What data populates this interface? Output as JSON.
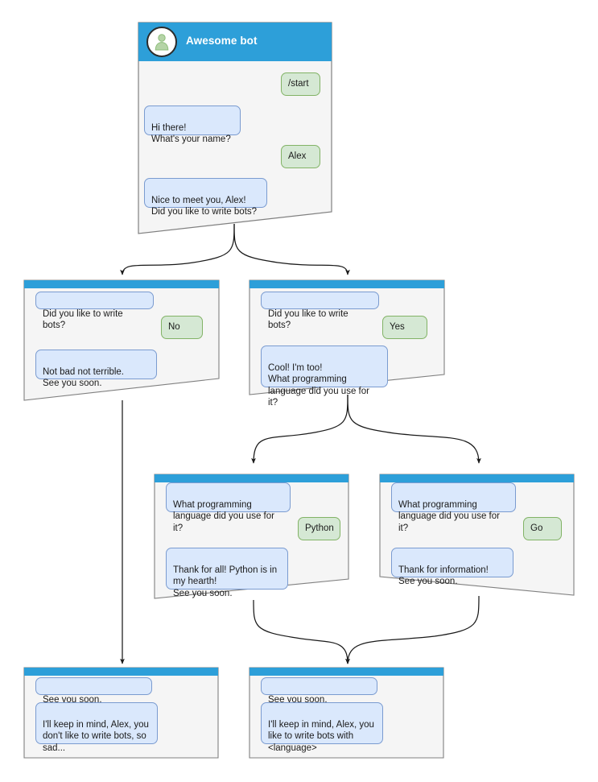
{
  "diagram": {
    "title": "Awesome bot conversation flow",
    "colors": {
      "header_blue": "#2d9fd9",
      "card_body": "#f5f5f5",
      "card_border": "#808080",
      "bot_bubble_fill": "#dae8fc",
      "bot_bubble_stroke": "#7a9bd0",
      "user_bubble_fill": "#d5e8d4",
      "user_bubble_stroke": "#82b366",
      "avatar_fill": "#ffffff",
      "avatar_stroke": "#2b2b2b",
      "person_glyph": "#b5d4a7",
      "edge": "#1a1a1a",
      "canvas": "#ffffff"
    }
  },
  "cards": {
    "start": {
      "name": "start-card",
      "header_title": "Awesome bot",
      "avatar_icon": "person-avatar-icon",
      "messages": [
        {
          "role": "user",
          "text": "/start"
        },
        {
          "role": "bot",
          "text": "Hi there!\nWhat's your name?"
        },
        {
          "role": "user",
          "text": "Alex"
        },
        {
          "role": "bot",
          "text": "Nice to meet you, Alex!\nDid you like to write bots?"
        }
      ]
    },
    "no_branch": {
      "name": "no-branch-card",
      "messages": [
        {
          "role": "bot",
          "text": "Did you like to write bots?"
        },
        {
          "role": "user",
          "text": "No"
        },
        {
          "role": "bot",
          "text": "Not bad not terrible.\nSee you soon."
        }
      ]
    },
    "yes_branch": {
      "name": "yes-branch-card",
      "messages": [
        {
          "role": "bot",
          "text": "Did you like to write bots?"
        },
        {
          "role": "user",
          "text": "Yes"
        },
        {
          "role": "bot",
          "text": "Cool! I'm too!\nWhat programming\nlanguage did you use for it?"
        }
      ]
    },
    "python_branch": {
      "name": "python-branch-card",
      "messages": [
        {
          "role": "bot",
          "text": "What programming\nlanguage did you use for it?"
        },
        {
          "role": "user",
          "text": "Python"
        },
        {
          "role": "bot",
          "text": "Thank for all! Python is in\nmy hearth!\nSee you soon."
        }
      ]
    },
    "go_branch": {
      "name": "go-branch-card",
      "messages": [
        {
          "role": "bot",
          "text": "What programming\nlanguage did you use for it?"
        },
        {
          "role": "user",
          "text": "Go"
        },
        {
          "role": "bot",
          "text": "Thank for information!\nSee you soon."
        }
      ]
    },
    "end_no": {
      "name": "end-no-card",
      "messages": [
        {
          "role": "bot",
          "text": "See you soon."
        },
        {
          "role": "bot",
          "text": "I'll keep in mind, Alex, you\ndon't like to write bots, so\nsad..."
        }
      ]
    },
    "end_yes": {
      "name": "end-yes-card",
      "messages": [
        {
          "role": "bot",
          "text": "See you soon."
        },
        {
          "role": "bot",
          "text": "I'll keep in mind, Alex, you\nlike to write bots with\n<language>"
        }
      ]
    }
  },
  "edges": [
    {
      "name": "edge-start-to-no",
      "from": "start",
      "to": "no_branch"
    },
    {
      "name": "edge-start-to-yes",
      "from": "start",
      "to": "yes_branch"
    },
    {
      "name": "edge-no-to-end-no",
      "from": "no_branch",
      "to": "end_no"
    },
    {
      "name": "edge-yes-to-python",
      "from": "yes_branch",
      "to": "python_branch"
    },
    {
      "name": "edge-yes-to-go",
      "from": "yes_branch",
      "to": "go_branch"
    },
    {
      "name": "edge-python-to-end-yes",
      "from": "python_branch",
      "to": "end_yes"
    },
    {
      "name": "edge-go-to-end-yes",
      "from": "go_branch",
      "to": "end_yes"
    }
  ]
}
